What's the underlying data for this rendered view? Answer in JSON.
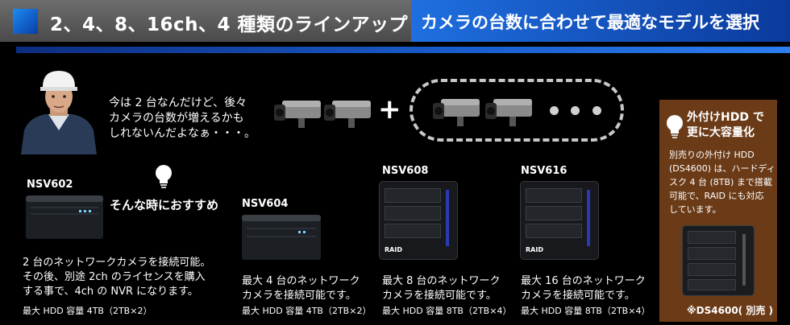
{
  "header": {
    "title": "2、4、8、16ch、4 種類のラインアップ",
    "subtitle": "カメラの台数に合わせて最適なモデルを選択"
  },
  "speech": {
    "line1": "今は 2 台なんだけど、後々",
    "line2": "カメラの台数が増えるかも",
    "line3": "しれないんだよなぁ・・・。"
  },
  "recommend": "そんな時におすすめ",
  "models": [
    {
      "name": "NSV602",
      "desc1": "2 台のネットワークカメラを接続可能。",
      "desc2": "その後、別途 2ch のライセンスを購入",
      "desc3": "する事で、4ch の NVR になります。",
      "spec": "最大 HDD 容量 4TB（2TB×2）"
    },
    {
      "name": "NSV604",
      "desc1": "最大 4 台のネットワーク",
      "desc2": "カメラを接続可能です。",
      "spec": "最大 HDD 容量 4TB（2TB×2）"
    },
    {
      "name": "NSV608",
      "desc1": "最大 8 台のネットワーク",
      "desc2": "カメラを接続可能です。",
      "spec": "最大 HDD 容量 8TB（2TB×4）",
      "badge": "RAID"
    },
    {
      "name": "NSV616",
      "desc1": "最大 16 台のネットワーク",
      "desc2": "カメラを接続可能です。",
      "spec": "最大 HDD 容量 8TB（2TB×4）",
      "badge": "RAID"
    }
  ],
  "external": {
    "title1": "外付けHDD で",
    "title2": "更に大容量化",
    "text1": "別売りの外付け HDD",
    "text2": "(DS4600) は、ハードディ",
    "text3": "スク 4 台 (8TB) まで搭載",
    "text4": "可能で、RAID にも対応",
    "text5": "しています。",
    "caption": "※DS4600( 別売 )"
  },
  "colors": {
    "header_gray": "#5a5a5a",
    "header_blue": "#1a5fd0",
    "accent_square": "#1b8cf0",
    "brown_box": "#6b3b17"
  },
  "icons": [
    "worker-icon",
    "camera-icon",
    "lightbulb-icon",
    "nvr-device-icon",
    "hdd-enclosure-icon"
  ]
}
